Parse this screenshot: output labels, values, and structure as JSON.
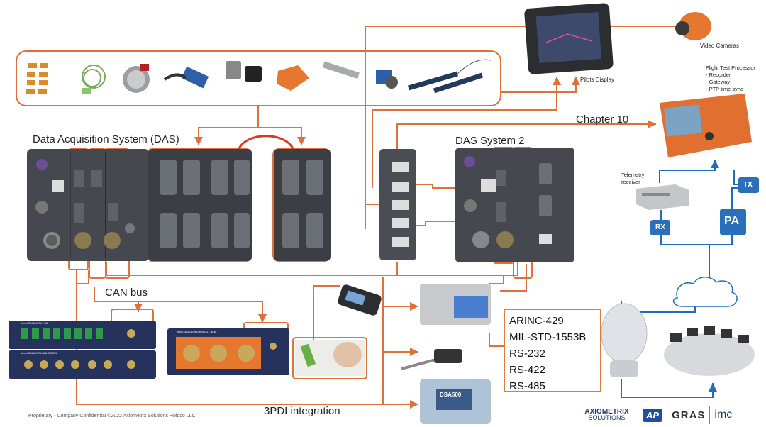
{
  "labels": {
    "das_title": "Data Acquisition System (DAS)",
    "das2_title": "DAS System 2",
    "chapter10": "Chapter 10",
    "can_bus": "CAN bus",
    "pdi": "3PDI integration",
    "video_cameras": "Video Cameras",
    "pilots_display": "Pilots Display",
    "ftp_title": "Flight Test Processor",
    "ftp_items": [
      "- Recorder",
      "- Gateway",
      "- PTP time sync"
    ],
    "telemetry_receiver": "Telemetry\nreceiver",
    "rx": "RX",
    "tx": "TX",
    "pa": "PA",
    "module_label_1": "imc CANSAS/fit-T-16",
    "module_label_2": "imc CANSAS/fit-UNI-8-ESEL",
    "module_label_3": "imc CANSAS/fit-HISO-UT-8(-6)",
    "module_chip": "DSA500"
  },
  "protocols": [
    "ARINC-429",
    "MIL-STD-1553B",
    "RS-232",
    "RS-422",
    "RS-485"
  ],
  "footer": {
    "text_before": "Proprietary - Company Confidential ©2022 ",
    "underlined": "Axiometrix",
    "text_after": " Solutions Holdco LLC"
  },
  "logos": {
    "axiometrix_line1": "AXIOMETRIX",
    "axiometrix_line2": "SOLUTIONS",
    "ap": "AP",
    "gras": "GRAS",
    "imc": "imc"
  },
  "colors": {
    "link_orange": "#e0703a",
    "link_blue": "#1f6fb8",
    "pa_blue": "#2a6fb9",
    "device_dark": "#3a3d44",
    "highlight_red": "#d9391c"
  }
}
